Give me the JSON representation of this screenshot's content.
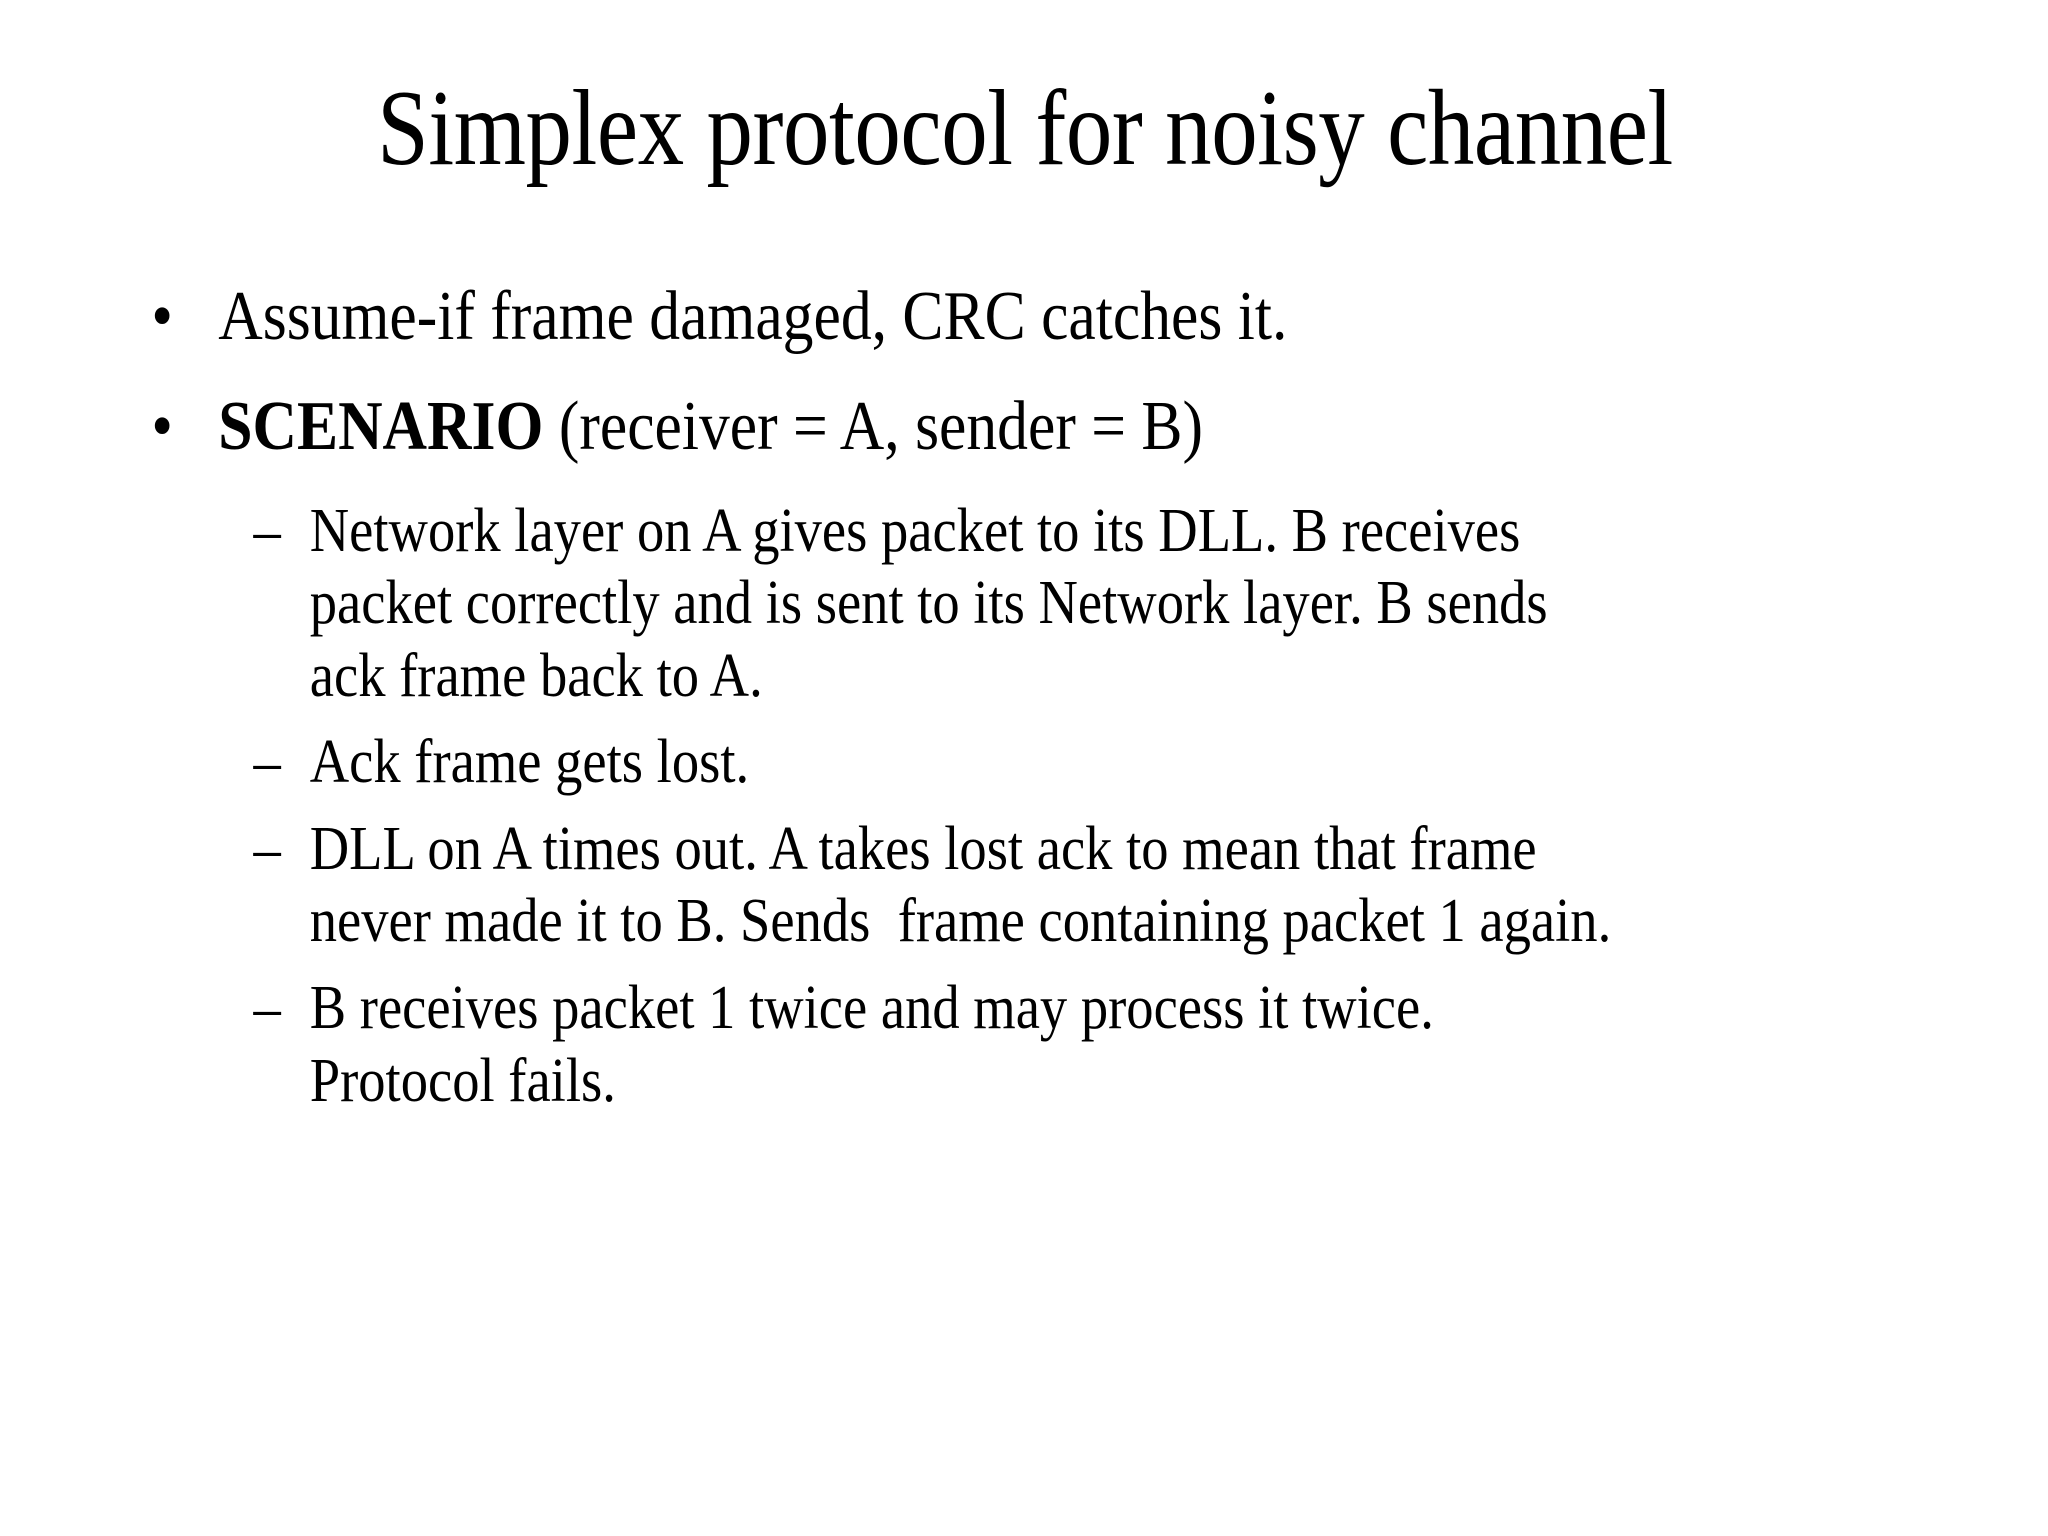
{
  "slide": {
    "background_color": "#ffffff",
    "text_color": "#000000",
    "title": "Simplex protocol for noisy channel",
    "bullet_marker_level1": "•",
    "bullet_marker_level2": "–",
    "bullets": [
      {
        "level": 1,
        "text": "Assume-if frame damaged, CRC catches it."
      },
      {
        "level": 1,
        "bold_prefix": "SCENARIO",
        "text": " (receiver = A, sender = B)"
      },
      {
        "level": 2,
        "text": "Network layer on A gives packet to its DLL. B receives packet correctly and is sent to its Network layer. B sends ack frame back to A."
      },
      {
        "level": 2,
        "text": "Ack frame gets lost."
      },
      {
        "level": 2,
        "text": "DLL on A times out. A takes lost ack to mean that frame never made it to B. Sends  frame containing packet 1 again."
      },
      {
        "level": 2,
        "text": "B receives packet 1 twice and may process it twice. Protocol fails."
      }
    ]
  }
}
